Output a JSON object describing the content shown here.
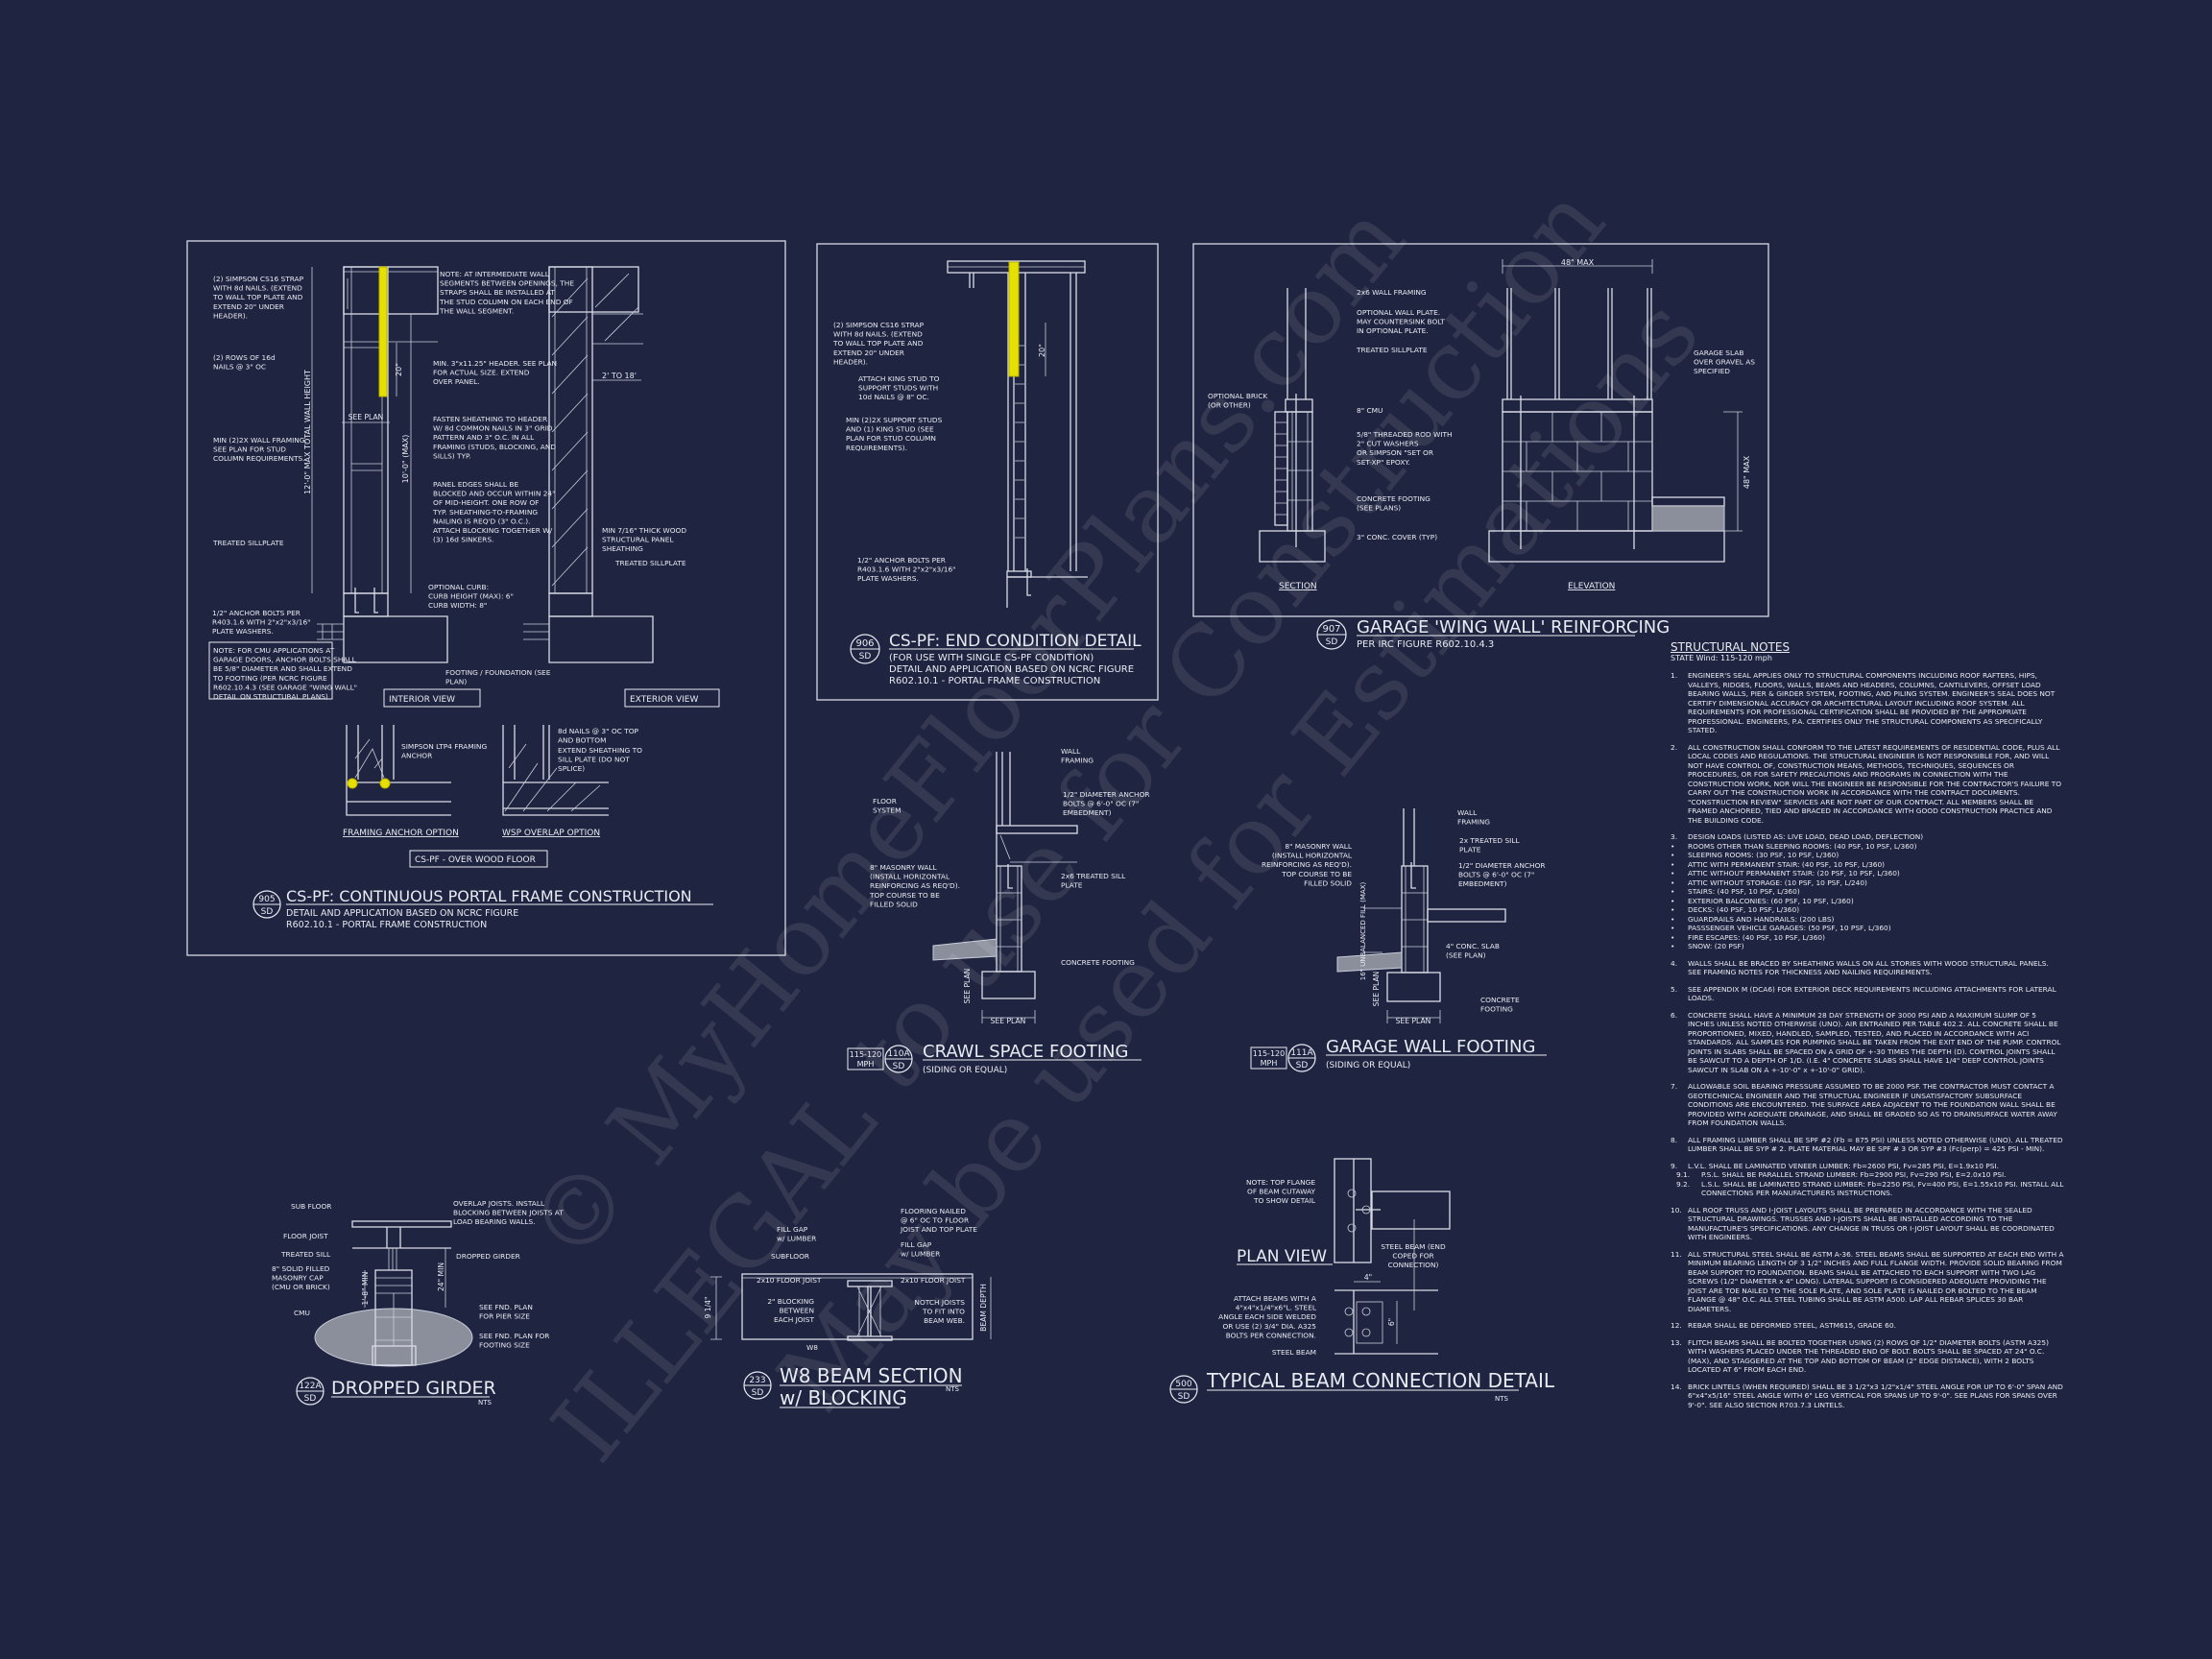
{
  "colors": {
    "background": "#1f2440",
    "linework": "#d9dce6",
    "strap_highlight": "#e6e000"
  },
  "watermark": [
    "© MyHomeFloorPlans.com",
    "ILLEGAL to use for Construction",
    "May be used for Estimations"
  ],
  "details": {
    "d905": {
      "number": "905",
      "sheet": "SD",
      "title": "CS-PF: CONTINUOUS PORTAL FRAME CONSTRUCTION",
      "subtitle": [
        "DETAIL AND APPLICATION BASED ON NCRC FIGURE",
        "R602.10.1 - PORTAL FRAME CONSTRUCTION"
      ],
      "views": [
        "INTERIOR VIEW",
        "EXTERIOR VIEW",
        "FRAMING ANCHOR OPTION",
        "WSP OVERLAP OPTION",
        "CS-PF - OVER WOOD FLOOR"
      ],
      "dims": [
        "12'-0\" MAX TOTAL WALL HEIGHT",
        "10'-0\" (MAX)",
        "20\"",
        "SEE PLAN",
        "2' TO 18'"
      ],
      "labels": [
        {
          "lines": [
            "(2) SIMPSON CS16 STRAP",
            "WITH 8d NAILS. (EXTEND",
            "TO WALL TOP PLATE AND",
            "EXTEND 20\" UNDER",
            "HEADER)."
          ]
        },
        {
          "lines": [
            "(2) ROWS OF 16d",
            "NAILS @ 3\" OC"
          ]
        },
        {
          "lines": [
            "MIN (2)2X WALL FRAMING.",
            "SEE PLAN FOR STUD",
            "COLUMN REQUIREMENTS."
          ]
        },
        {
          "lines": [
            "TREATED SILLPLATE"
          ]
        },
        {
          "lines": [
            "1/2\" ANCHOR BOLTS PER",
            "R403.1.6 WITH 2\"x2\"x3/16\"",
            "PLATE WASHERS."
          ]
        },
        {
          "lines": [
            "NOTE: FOR CMU APPLICATIONS AT",
            "GARAGE DOORS, ANCHOR BOLTS SHALL",
            "BE 5/8\" DIAMETER AND SHALL EXTEND",
            "TO FOOTING (PER NCRC FIGURE",
            "R602.10.4.3 (SEE GARAGE \"WING WALL\"",
            "DETAIL ON STRUCTURAL PLANS)"
          ]
        },
        {
          "lines": [
            "NOTE: AT INTERMEDIATE WALL",
            "SEGMENTS BETWEEN OPENINGS, THE",
            "STRAPS SHALL BE INSTALLED AT",
            "THE STUD COLUMN ON EACH END OF",
            "THE WALL SEGMENT."
          ]
        },
        {
          "lines": [
            "MIN. 3\"x11.25\" HEADER. SEE PLAN",
            "FOR ACTUAL SIZE. EXTEND",
            "OVER PANEL."
          ]
        },
        {
          "lines": [
            "FASTEN SHEATHING TO HEADER",
            "W/ 8d COMMON NAILS IN 3\" GRID",
            "PATTERN AND 3\" O.C. IN ALL",
            "FRAMING (STUDS, BLOCKING, AND",
            "SILLS) TYP."
          ]
        },
        {
          "lines": [
            "PANEL EDGES SHALL BE",
            "BLOCKED AND OCCUR WITHIN 24\"",
            "OF MID-HEIGHT. ONE ROW OF",
            "TYP. SHEATHING-TO-FRAMING",
            "NAILING IS REQ'D (3\" O.C.).",
            "ATTACH BLOCKING TOGETHER W/",
            "(3) 16d SINKERS."
          ]
        },
        {
          "lines": [
            "OPTIONAL CURB:",
            "CURB HEIGHT (MAX): 6\"",
            "CURB WIDTH: 8\""
          ]
        },
        {
          "lines": [
            "FOOTING / FOUNDATION (SEE",
            "PLAN)"
          ]
        },
        {
          "lines": [
            "MIN 7/16\" THICK WOOD",
            "STRUCTURAL PANEL",
            "SHEATHING"
          ]
        },
        {
          "lines": [
            "TREATED SILLPLATE"
          ]
        },
        {
          "lines": [
            "SIMPSON LTP4 FRAMING",
            "ANCHOR"
          ]
        },
        {
          "lines": [
            "8d NAILS @ 3\" OC TOP",
            "AND BOTTOM"
          ]
        },
        {
          "lines": [
            "EXTEND SHEATHING TO",
            "SILL PLATE (DO NOT",
            "SPLICE)"
          ]
        }
      ]
    },
    "d906": {
      "number": "906",
      "sheet": "SD",
      "title": "CS-PF: END CONDITION DETAIL",
      "subtitle": [
        "(FOR USE WITH SINGLE CS-PF CONDITION)",
        "DETAIL AND APPLICATION BASED ON NCRC FIGURE",
        "R602.10.1 - PORTAL FRAME CONSTRUCTION"
      ],
      "dims": [
        "20\""
      ],
      "labels": [
        {
          "lines": [
            "(2) SIMPSON CS16 STRAP",
            "WITH 8d NAILS. (EXTEND",
            "TO WALL TOP PLATE AND",
            "EXTEND 20\" UNDER",
            "HEADER)."
          ]
        },
        {
          "lines": [
            "ATTACH KING STUD TO",
            "SUPPORT STUDS WITH",
            "10d NAILS @ 8\" OC."
          ]
        },
        {
          "lines": [
            "MIN (2)2X SUPPORT STUDS",
            "AND (1) KING STUD (SEE",
            "PLAN FOR STUD COLUMN",
            "REQUIREMENTS)."
          ]
        },
        {
          "lines": [
            "1/2\" ANCHOR BOLTS PER",
            "R403.1.6 WITH 2\"x2\"x3/16\"",
            "PLATE WASHERS."
          ]
        }
      ]
    },
    "d907": {
      "number": "907",
      "sheet": "SD",
      "title": "GARAGE 'WING WALL' REINFORCING",
      "subtitle": [
        "PER IRC FIGURE R602.10.4.3"
      ],
      "views": [
        "SECTION",
        "ELEVATION"
      ],
      "dims": [
        "48\" MAX",
        "48\" MAX"
      ],
      "labels": [
        {
          "lines": [
            "2x6 WALL FRAMING"
          ]
        },
        {
          "lines": [
            "OPTIONAL WALL PLATE.",
            "MAY COUNTERSINK BOLT",
            "IN OPTIONAL PLATE."
          ]
        },
        {
          "lines": [
            "TREATED SILLPLATE"
          ]
        },
        {
          "lines": [
            "8\" CMU"
          ]
        },
        {
          "lines": [
            "5/8\" THREADED ROD WITH",
            "2\" CUT WASHERS",
            "OR SIMPSON \"SET OR",
            "SET-XP\" EPOXY."
          ]
        },
        {
          "lines": [
            "CONCRETE FOOTING",
            "(SEE PLANS)"
          ]
        },
        {
          "lines": [
            "3\" CONC. COVER (TYP)"
          ]
        },
        {
          "lines": [
            "OPTIONAL BRICK",
            "(OR OTHER)"
          ]
        },
        {
          "lines": [
            "GARAGE SLAB",
            "OVER GRAVEL AS",
            "SPECIFIED"
          ]
        }
      ]
    },
    "d110a": {
      "number": "110A",
      "sheet": "SD",
      "wind": [
        "115-120",
        "MPH"
      ],
      "title": "CRAWL SPACE FOOTING",
      "subtitle": [
        "(SIDING OR EQUAL)"
      ],
      "dims": [
        "SEE PLAN",
        "SEE PLAN"
      ],
      "labels": [
        {
          "lines": [
            "WALL",
            "FRAMING"
          ]
        },
        {
          "lines": [
            "1/2\" DIAMETER ANCHOR",
            "BOLTS @ 6'-0\" OC (7\"",
            "EMBEDMENT)"
          ]
        },
        {
          "lines": [
            "FLOOR",
            "SYSTEM"
          ]
        },
        {
          "lines": [
            "8\" MASONRY WALL",
            "(INSTALL HORIZONTAL",
            "REINFORCING AS REQ'D).",
            "TOP COURSE TO BE",
            "FILLED SOLID"
          ]
        },
        {
          "lines": [
            "2x6 TREATED SILL",
            "PLATE"
          ]
        },
        {
          "lines": [
            "CONCRETE FOOTING"
          ]
        }
      ]
    },
    "d111a": {
      "number": "111A",
      "sheet": "SD",
      "wind": [
        "115-120",
        "MPH"
      ],
      "title": "GARAGE WALL FOOTING",
      "subtitle": [
        "(SIDING OR EQUAL)"
      ],
      "dims": [
        "SEE PLAN",
        "SEE PLAN",
        "16\" UNBALANCED FILL (MAX)"
      ],
      "labels": [
        {
          "lines": [
            "WALL",
            "FRAMING"
          ]
        },
        {
          "lines": [
            "2x TREATED SILL",
            "PLATE"
          ]
        },
        {
          "lines": [
            "1/2\" DIAMETER ANCHOR",
            "BOLTS @ 6'-0\" OC (7\"",
            "EMBEDMENT)"
          ]
        },
        {
          "lines": [
            "8\" MASONRY WALL",
            "(INSTALL HORIZONTAL",
            "REINFORCING AS REQ'D).",
            "TOP COURSE TO BE",
            "FILLED SOLID"
          ]
        },
        {
          "lines": [
            "4\" CONC. SLAB",
            "(SEE PLAN)"
          ]
        },
        {
          "lines": [
            "CONCRETE",
            "FOOTING"
          ]
        }
      ]
    },
    "d122a": {
      "number": "122A",
      "sheet": "SD",
      "scale": "NTS",
      "title": "DROPPED GIRDER",
      "dims": [
        "24\" MIN",
        "1'-8\" MIN"
      ],
      "labels": [
        {
          "lines": [
            "SUB FLOOR"
          ]
        },
        {
          "lines": [
            "FLOOR JOIST"
          ]
        },
        {
          "lines": [
            "TREATED SILL"
          ]
        },
        {
          "lines": [
            "8\" SOLID FILLED",
            "MASONRY CAP",
            "(CMU OR BRICK)"
          ]
        },
        {
          "lines": [
            "CMU"
          ]
        },
        {
          "lines": [
            "OVERLAP JOISTS. INSTALL",
            "BLOCKING BETWEEN JOISTS AT",
            "LOAD BEARING WALLS."
          ]
        },
        {
          "lines": [
            "DROPPED GIRDER"
          ]
        },
        {
          "lines": [
            "SEE FND. PLAN",
            "FOR PIER SIZE"
          ]
        },
        {
          "lines": [
            "SEE FND. PLAN FOR",
            "FOOTING SIZE"
          ]
        }
      ]
    },
    "d233": {
      "number": "233",
      "sheet": "SD",
      "scale": "NTS",
      "title": [
        "W8 BEAM SECTION",
        "w/ BLOCKING"
      ],
      "dims": [
        "9 1/4\"",
        "BEAM DEPTH"
      ],
      "labels": [
        {
          "lines": [
            "FILL GAP",
            "w/ LUMBER"
          ]
        },
        {
          "lines": [
            "SUBFLOOR"
          ]
        },
        {
          "lines": [
            "FLOORING NAILED",
            "@ 6\" OC TO FLOOR",
            "JOIST AND TOP PLATE"
          ]
        },
        {
          "lines": [
            "FILL GAP",
            "w/ LUMBER"
          ]
        },
        {
          "lines": [
            "2x10 FLOOR JOIST"
          ]
        },
        {
          "lines": [
            "2x10 FLOOR JOIST"
          ]
        },
        {
          "lines": [
            "2\" BLOCKING",
            "BETWEEN",
            "EACH JOIST"
          ]
        },
        {
          "lines": [
            "NOTCH JOISTS",
            "TO FIT INTO",
            "BEAM WEB."
          ]
        },
        {
          "lines": [
            "W8"
          ]
        }
      ]
    },
    "d500": {
      "number": "500",
      "sheet": "SD",
      "scale": "NTS",
      "title": "TYPICAL BEAM CONNECTION DETAIL",
      "views": [
        "PLAN VIEW"
      ],
      "dims": [
        "4\"",
        "6\""
      ],
      "labels": [
        {
          "lines": [
            "NOTE: TOP FLANGE",
            "OF BEAM CUTAWAY",
            "TO SHOW DETAIL"
          ]
        },
        {
          "lines": [
            "STEEL BEAM (END",
            "COPED FOR",
            "CONNECTION)"
          ]
        },
        {
          "lines": [
            "ATTACH BEAMS WITH A",
            "4\"x4\"x1/4\"x6\"L. STEEL",
            "ANGLE EACH SIDE WELDED",
            "OR USE (2) 3/4\" DIA. A325",
            "BOLTS PER CONNECTION."
          ]
        },
        {
          "lines": [
            "STEEL BEAM"
          ]
        }
      ]
    }
  },
  "notes": {
    "title": "STRUCTURAL NOTES",
    "subtitle": "STATE Wind: 115-120 mph",
    "items": [
      {
        "num": "1.",
        "text": "ENGINEER'S SEAL APPLIES ONLY TO STRUCTURAL COMPONENTS INCLUDING ROOF RAFTERS, HIPS, VALLEYS, RIDGES, FLOORS, WALLS, BEAMS AND HEADERS, COLUMNS, CANTILEVERS, OFFSET LOAD BEARING WALLS, PIER & GIRDER SYSTEM, FOOTING, AND PILING SYSTEM. ENGINEER'S SEAL DOES NOT CERTIFY DIMENSIONAL ACCURACY OR ARCHITECTURAL LAYOUT INCLUDING ROOF SYSTEM. ALL REQUIREMENTS FOR PROFESSIONAL CERTIFICATION SHALL BE PROVIDED BY THE APPROPRIATE PROFESSIONAL. ENGINEERS, P.A. CERTIFIES ONLY THE STRUCTURAL COMPONENTS AS SPECIFICALLY STATED."
      },
      {
        "num": "2.",
        "text": "ALL CONSTRUCTION SHALL CONFORM TO THE LATEST REQUIREMENTS OF RESIDENTIAL CODE, PLUS ALL LOCAL CODES AND REGULATIONS. THE STRUCTURAL ENGINEER IS NOT RESPONSIBLE FOR, AND WILL NOT HAVE CONTROL OF, CONSTRUCTION MEANS, METHODS, TECHNIQUES, SEQUENCES OR PROCEDURES, OR FOR SAFETY PRECAUTIONS AND PROGRAMS IN CONNECTION WITH THE CONSTRUCTION WORK, NOR WILL THE ENGINEER BE RESPONSIBLE FOR THE CONTRACTOR'S FAILURE TO CARRY OUT THE CONSTRUCTION WORK IN ACCORDANCE WITH THE CONTRACT DOCUMENTS. \"CONSTRUCTION REVIEW\" SERVICES ARE NOT PART OF OUR CONTRACT. ALL MEMBERS SHALL BE FRAMED ANCHORED, TIED AND BRACED IN ACCORDANCE WITH GOOD CONSTRUCTION PRACTICE AND THE BUILDING CODE."
      },
      {
        "num": "3.",
        "text": "DESIGN LOADS (LISTED AS: LIVE LOAD, DEAD LOAD, DEFLECTION)",
        "bullets": [
          "ROOMS OTHER THAN SLEEPING ROOMS: (40 PSF, 10 PSF, L/360)",
          "SLEEPING ROOMS: (30 PSF, 10 PSF, L/360)",
          "ATTIC WITH PERMANENT STAIR: (40 PSF, 10 PSF, L/360)",
          "ATTIC WITHOUT PERMANENT STAIR: (20 PSF, 10 PSF, L/360)",
          "ATTIC WITHOUT STORAGE: (10 PSF, 10 PSF, L/240)",
          "STAIRS: (40 PSF, 10 PSF, L/360)",
          "EXTERIOR BALCONIES: (60 PSF, 10 PSF, L/360)",
          "DECKS: (40 PSF, 10 PSF, L/360)",
          "GUARDRAILS AND HANDRAILS: (200 LBS)",
          "PASSSENGER VEHICLE GARAGES: (50 PSF, 10 PSF, L/360)",
          "FIRE ESCAPES: (40 PSF, 10 PSF, L/360)",
          "SNOW: (20 PSF)"
        ]
      },
      {
        "num": "4.",
        "text": "WALLS SHALL BE BRACED BY SHEATHING WALLS ON ALL STORIES WITH WOOD STRUCTURAL PANELS. SEE FRAMING NOTES FOR THICKNESS AND NAILING REQUIREMENTS."
      },
      {
        "num": "5.",
        "text": "SEE APPENDIX M (DCA6) FOR EXTERIOR DECK REQUIREMENTS INCLUDING ATTACHMENTS FOR LATERAL LOADS."
      },
      {
        "num": "6.",
        "text": "CONCRETE SHALL HAVE A MINIMUM 28 DAY STRENGTH OF 3000 PSI AND A MAXIMUM SLUMP OF 5 INCHES UNLESS NOTED OTHERWISE (UNO). AIR ENTRAINED PER TABLE 402.2. ALL CONCRETE SHALL BE PROPORTIONED, MIXED, HANDLED, SAMPLED, TESTED, AND PLACED IN ACCORDANCE WITH ACI STANDARDS. ALL SAMPLES FOR PUMPING SHALL BE TAKEN FROM THE EXIT END OF THE PUMP. CONTROL JOINTS IN SLABS SHALL BE SPACED ON A GRID OF +-30 TIMES THE DEPTH (D). CONTROL JOINTS SHALL BE SAWCUT TO A DEPTH OF 1/D. (I.E. 4\" CONCRETE SLABS SHALL HAVE 1/4\" DEEP CONTROL JOINTS SAWCUT IN SLAB ON A +-10'-0\" x +-10'-0\" GRID)."
      },
      {
        "num": "7.",
        "text": "ALLOWABLE SOIL BEARING PRESSURE ASSUMED TO BE 2000 PSF. THE CONTRACTOR MUST CONTACT A GEOTECHNICAL ENGINEER AND THE STRUCTUAL ENGINEER IF UNSATISFACTORY SUBSURFACE CONDITIONS ARE ENCOUNTERED. THE SURFACE AREA ADJACENT TO THE FOUNDATION WALL SHALL BE PROVIDED WITH ADEQUATE DRAINAGE, AND SHALL BE GRADED SO AS TO DRAINSURFACE WATER AWAY FROM FOUNDATION WALLS."
      },
      {
        "num": "8.",
        "text": "ALL FRAMING LUMBER SHALL BE SPF #2 (Fb = 875 PSI) UNLESS NOTED OTHERWISE (UNO). ALL TREATED LUMBER SHALL BE SYP # 2. PLATE MATERIAL MAY BE SPF # 3 OR SYP #3 (Fc(perp) = 425 PSI - MIN)."
      },
      {
        "num": "9.",
        "text": "L.V.L. SHALL BE LAMINATED VENEER LUMBER: Fb=2600 PSI, Fv=285 PSI, E=1.9x10 PSI.",
        "subs": [
          {
            "num": "9.1.",
            "text": "P.S.L. SHALL BE PARALLEL STRAND LUMBER: Fb=2900 PSI, Fv=290 PSI, E=2.0x10 PSI."
          },
          {
            "num": "9.2.",
            "text": "L.S.L. SHALL BE LAMINATED STRAND LUMBER: Fb=2250 PSI, Fv=400 PSI, E=1.55x10 PSI. INSTALL ALL CONNECTIONS PER MANUFACTURERS INSTRUCTIONS."
          }
        ]
      },
      {
        "num": "10.",
        "text": "ALL ROOF TRUSS AND I-JOIST LAYOUTS SHALL BE PREPARED IN ACCORDANCE WITH THE SEALED STRUCTURAL DRAWINGS. TRUSSES AND I-JOISTS SHALL BE INSTALLED ACCORDING TO THE MANUFACTURE'S SPECIFICATIONS. ANY CHANGE IN TRUSS OR I-JOIST LAYOUT SHALL BE COORDINATED WITH ENGINEERS."
      },
      {
        "num": "11.",
        "text": "ALL STRUCTURAL STEEL SHALL BE ASTM A-36. STEEL BEAMS SHALL BE SUPPORTED AT EACH END WITH A MINIMUM BEARING LENGTH OF 3 1/2\" INCHES AND FULL FLANGE WIDTH. PROVIDE SOLID BEARING FROM BEAM SUPPORT TO FOUNDATION. BEAMS SHALL BE ATTACHED TO EACH SUPPORT WITH TWO LAG SCREWS (1/2\" DIAMETER x 4\" LONG). LATERAL SUPPORT IS CONSIDERED ADEQUATE PROVIDING THE JOIST ARE TOE NAILED TO THE SOLE PLATE, AND SOLE PLATE IS NAILED OR BOLTED TO THE BEAM FLANGE @ 48\" O.C. ALL STEEL TUBING SHALL BE ASTM A500. LAP ALL REBAR SPLICES 30 BAR DIAMETERS."
      },
      {
        "num": "12.",
        "text": "REBAR SHALL BE DEFORMED STEEL, ASTM615, GRADE 60."
      },
      {
        "num": "13.",
        "text": "FLITCH BEAMS SHALL BE BOLTED TOGETHER USING (2) ROWS OF 1/2\" DIAMETER BOLTS (ASTM A325) WITH WASHERS PLACED UNDER THE THREADED END OF BOLT. BOLTS SHALL BE SPACED AT 24\" O.C. (MAX), AND STAGGERED AT THE TOP AND BOTTOM OF BEAM (2\" EDGE DISTANCE), WITH 2 BOLTS LOCATED AT 6\" FROM EACH END."
      },
      {
        "num": "14.",
        "text": "BRICK LINTELS (WHEN REQUIRED) SHALL BE 3 1/2\"x3 1/2\"x1/4\" STEEL ANGLE FOR UP TO 6'-0\" SPAN AND 6\"x4\"x5/16\" STEEL ANGLE WITH 6\" LEG VERTICAL FOR SPANS UP TO 9'-0\". SEE PLANS FOR SPANS OVER 9'-0\". SEE ALSO SECTION R703.7.3 LINTELS."
      }
    ]
  }
}
